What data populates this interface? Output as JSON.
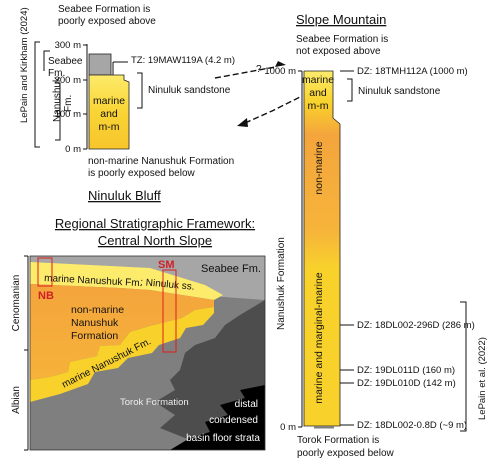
{
  "colors": {
    "yellow_light": "#fdeb6b",
    "yellow": "#f8d22b",
    "orange": "#f4a53c",
    "orange_mid": "#f6b43a",
    "gray_seabee": "#a6a6a6",
    "gray_torok": "#7f7f7f",
    "gray_dark": "#4d4d4d",
    "black": "#000000",
    "red_box": "#e01e1e",
    "red_label": "#d0202a"
  },
  "ninuluk_bluff": {
    "title": "Ninuluk Bluff",
    "citation": "LePain and Kirkham (2024)",
    "top_note": [
      "Seabee Formation is",
      "poorly exposed above"
    ],
    "bottom_note": [
      "non-marine Nanushuk Formation",
      "is poorly exposed below"
    ],
    "scale_ticks": [
      "300 m",
      "200 m",
      "100 m",
      "0 m"
    ],
    "units": [
      "Seabee",
      "Fm.",
      "Nanushuk",
      "Fm."
    ],
    "column_label": [
      "marine",
      "and",
      "m-m"
    ],
    "sample": "TZ: 19MAW119A (4.2 m)",
    "sandstone_label": "Ninuluk sandstone",
    "question_mark": "?"
  },
  "slope_mountain": {
    "title": "Slope Mountain",
    "top_note": [
      "Seabee Formation is",
      "not exposed above"
    ],
    "bottom_note": [
      "Torok Formation is",
      "poorly exposed below"
    ],
    "scale_ticks": [
      "1000 m",
      "0 m"
    ],
    "formation_label": "Nanushuk Formation",
    "upper_label": [
      "marine",
      "and",
      "m-m"
    ],
    "middle_label": "non-marine",
    "lower_label": "marine and marginal-marine",
    "sandstone_label": "Ninuluk sandstone",
    "citation": "LePain et al. (2022)",
    "samples": [
      "DZ: 18TMH112A (1000 m)",
      "DZ: 18DL002-296D (286 m)",
      "DZ: 19DL011D (160 m)",
      "DZ: 19DL010D (142 m)",
      "DZ: 18DL002-0.8D (~9 m)"
    ]
  },
  "regional": {
    "title_line1": "Regional Stratigraphic Framework:",
    "title_line2": "Central North Slope",
    "stages": [
      "Cenomanian",
      "Albian"
    ],
    "seabee": "Seabee Fm.",
    "marine_upper": "marine Nanushuk Fm.",
    "ninuluk": ": Ninuluk ss.",
    "nonmarine": [
      "non-marine",
      "Nanushuk",
      "Formation"
    ],
    "marine_lower": "marine Nanushuk Fm.",
    "torok": "Torok Formation",
    "basin": [
      "distal",
      "condensed",
      "basin floor strata"
    ],
    "nb_label": "NB",
    "sm_label": "SM"
  }
}
